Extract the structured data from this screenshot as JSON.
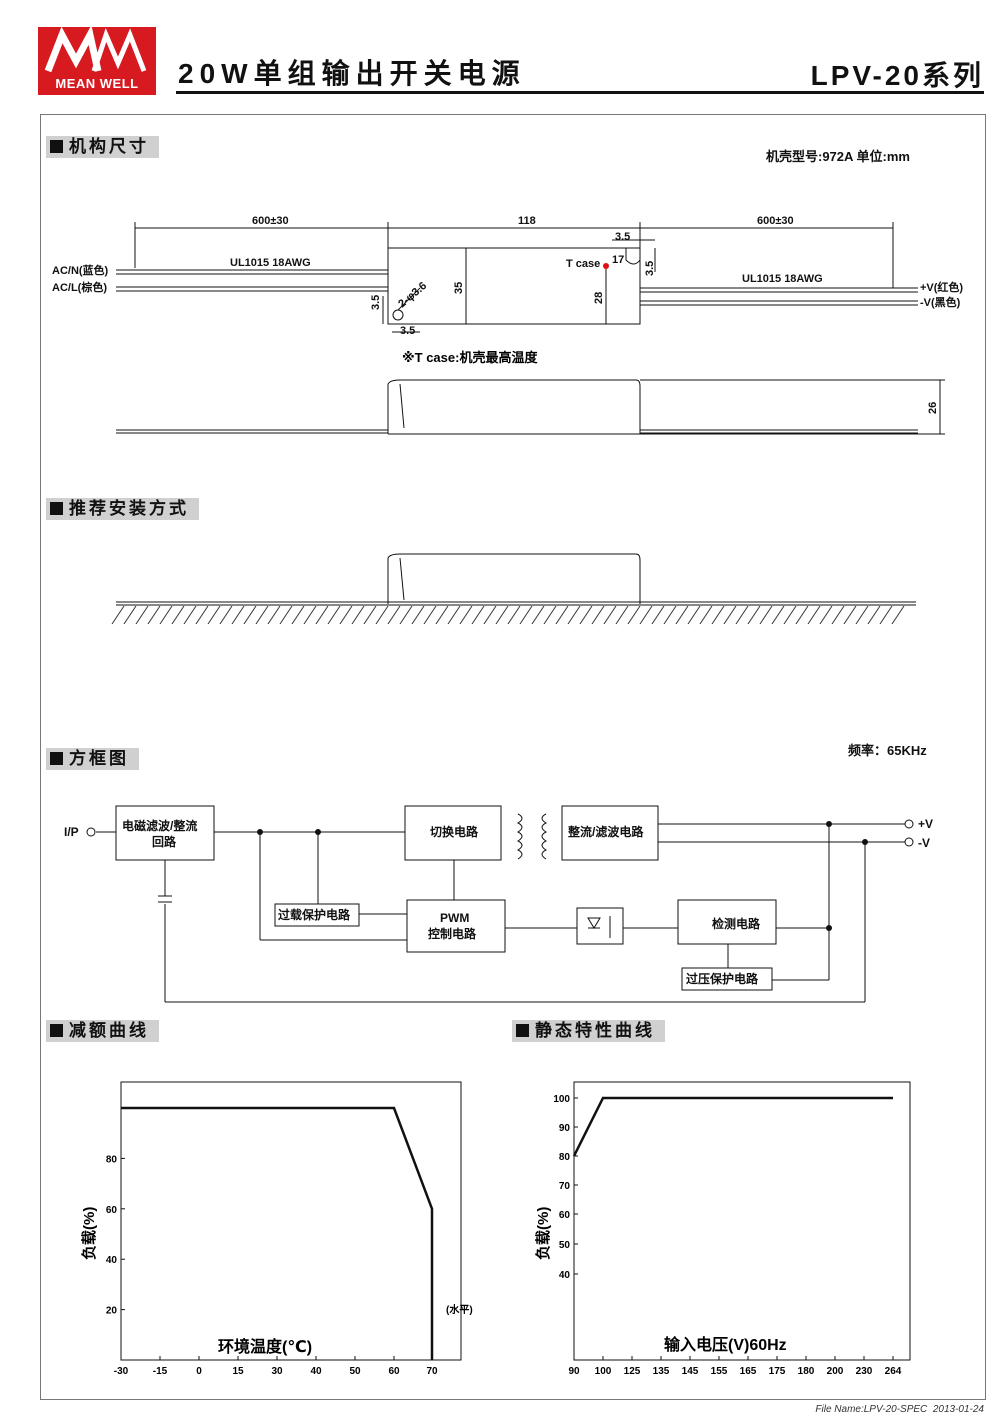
{
  "header": {
    "brand_logo_text": "MEAN WELL",
    "title": "20W单组输出开关电源",
    "series": "LPV-20系列"
  },
  "mechanical": {
    "heading": "机构尺寸",
    "case_info": "机壳型号:972A    单位:mm",
    "dims": {
      "left_wire": "600±30",
      "body_length": "118",
      "right_wire": "600±30",
      "offset_top": "3.5",
      "tcase_x": "17",
      "offset_side": "3.5",
      "height": "35",
      "tcase_y": "28",
      "hole_offset_v": "3.5",
      "hole_offset_h": "3.5",
      "hole": "2-φ3.6",
      "thickness": "26"
    },
    "wire_left": "UL1015 18AWG",
    "wire_right": "UL1015 18AWG",
    "acn": "AC/N(蓝色)",
    "acl": "AC/L(棕色)",
    "vplus": "+V(红色)",
    "vminus": "-V(黑色)",
    "tcase_label": "T case",
    "tcase_note": "※T case:机壳最高温度"
  },
  "mounting": {
    "heading": "推荐安装方式"
  },
  "block": {
    "heading": "方框图",
    "freq": "频率：65KHz",
    "ip": "I/P",
    "emi_line1": "电磁滤波/整流",
    "emi_line2": "回路",
    "switch": "切换电路",
    "rect": "整流/滤波电路",
    "olp": "过载保护电路",
    "pwm_line1": "PWM",
    "pwm_line2": "控制电路",
    "detect": "检测电路",
    "ovp": "过压保护电路",
    "out_plus": "+V",
    "out_minus": "-V"
  },
  "derating": {
    "heading": "减额曲线",
    "xlabel": "环境温度(℃)",
    "ylabel": "负载(%)",
    "x_unit": "(水平)"
  },
  "static": {
    "heading": "静态特性曲线",
    "xlabel": "输入电压(V)60Hz",
    "ylabel": "负载(%)"
  },
  "chart_data": [
    {
      "type": "line",
      "title": "减额曲线",
      "xlabel": "环境温度(℃)",
      "ylabel": "负载(%)",
      "x_ticks": [
        "-30",
        "-15",
        "0",
        "15",
        "30",
        "40",
        "50",
        "60",
        "70"
      ],
      "y_ticks": [
        "20",
        "40",
        "60",
        "80"
      ],
      "x": [
        -30,
        60,
        70,
        70
      ],
      "y": [
        100,
        100,
        60,
        0
      ],
      "ylim": [
        0,
        110
      ]
    },
    {
      "type": "line",
      "title": "静态特性曲线",
      "xlabel": "输入电压(V)60Hz",
      "ylabel": "负载(%)",
      "x_ticks": [
        "90",
        "100",
        "125",
        "135",
        "145",
        "155",
        "165",
        "175",
        "180",
        "200",
        "230",
        "264"
      ],
      "y_ticks": [
        "40",
        "50",
        "60",
        "70",
        "80",
        "90",
        "100"
      ],
      "x": [
        "90",
        "100",
        "264"
      ],
      "y": [
        80,
        100,
        100
      ],
      "ylim": [
        30,
        105
      ]
    }
  ],
  "footer": {
    "file": "File Name:LPV-20-SPEC",
    "date": "2013-01-24"
  }
}
